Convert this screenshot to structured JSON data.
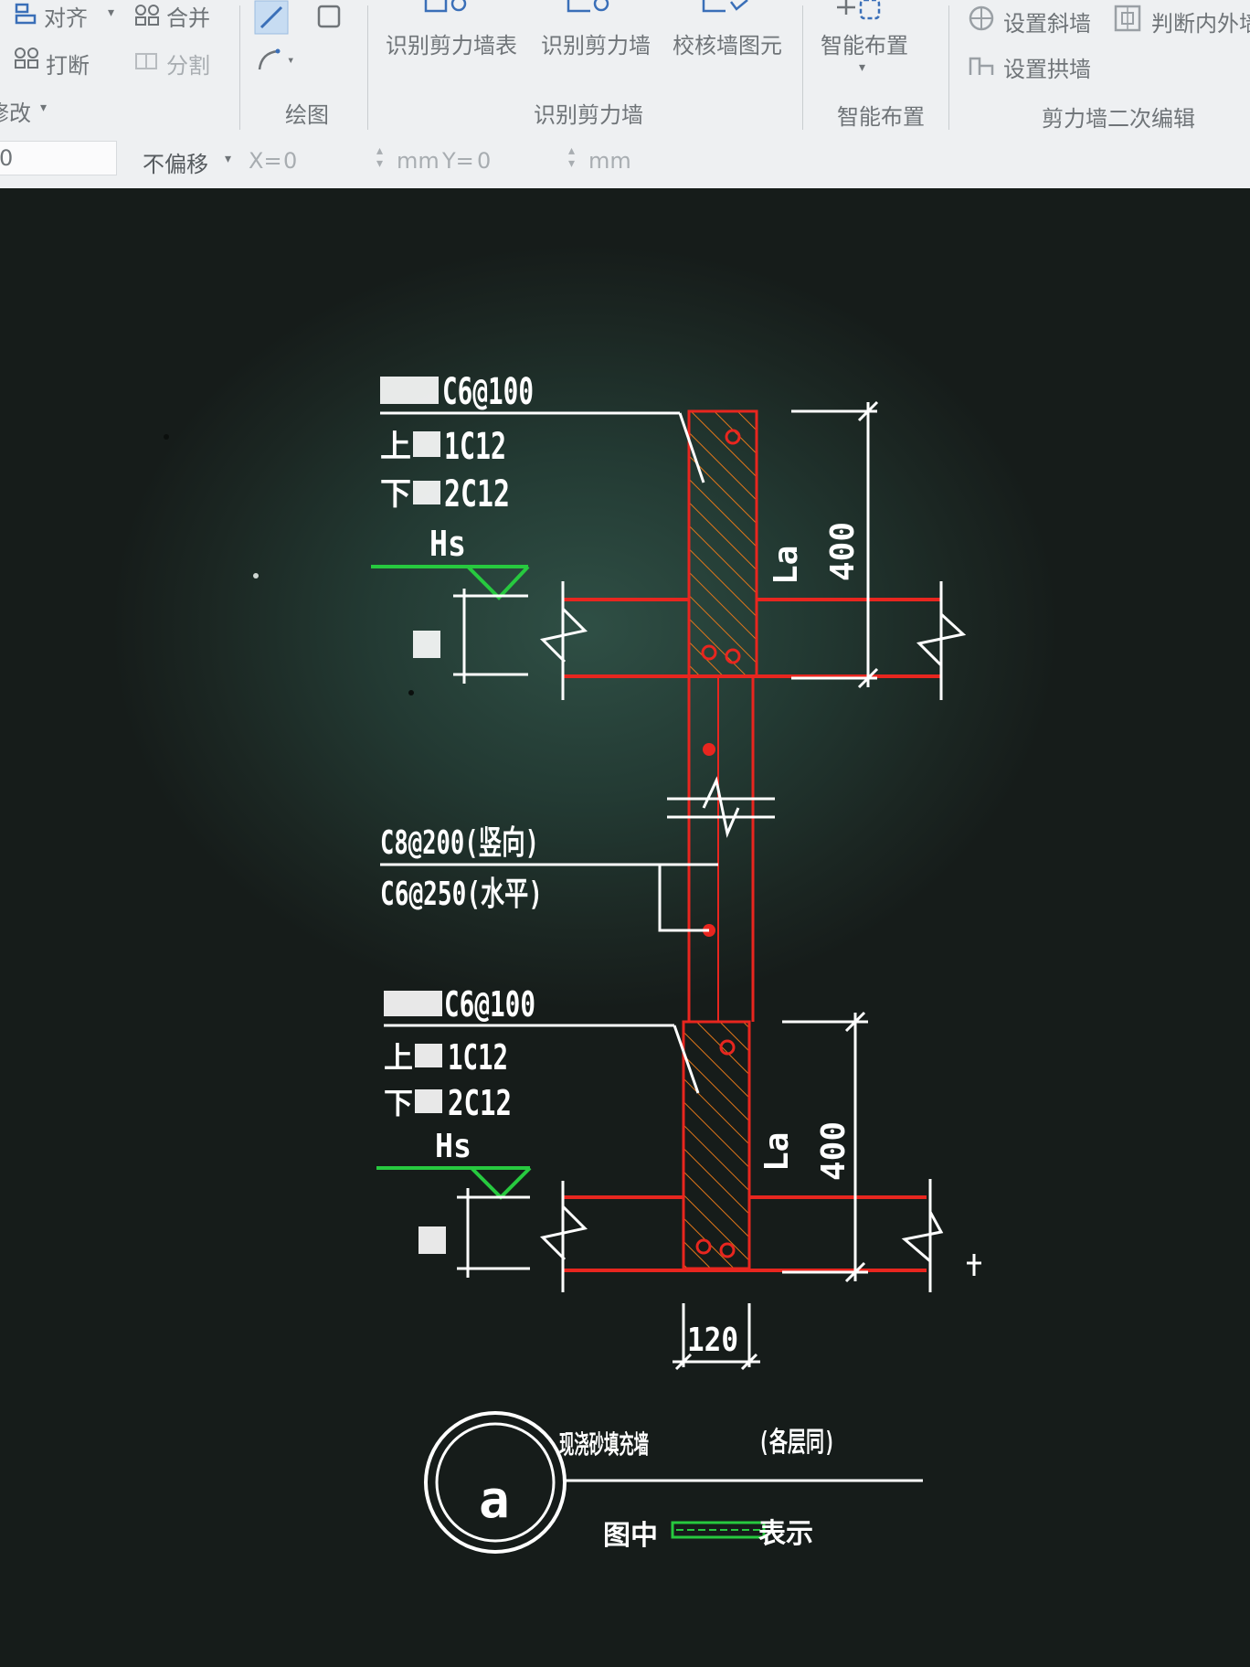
{
  "ribbon": {
    "buttons": {
      "align": "对齐",
      "merge": "合并",
      "break": "打断",
      "split": "分割",
      "modify": "修改",
      "identify_table": "识别剪力墙表",
      "identify_wall": "识别剪力墙",
      "check_wall": "校核墙图元",
      "smart_layout": "智能布置",
      "set_slope_wall": "设置斜墙",
      "judge_inner_outer": "判断内外墙",
      "set_arch_wall": "设置拱墙"
    },
    "groups": {
      "draw": "绘图",
      "identify": "识别剪力墙",
      "smart": "智能布置",
      "edit2": "剪力墙二次编辑"
    }
  },
  "toolbar": {
    "value_field": "0",
    "offset_select": "不偏移",
    "x_label": "X=",
    "x_value": "0",
    "mm1": "mm",
    "y_label": "Y=",
    "y_value": "0",
    "mm2": "mm"
  },
  "drawing": {
    "top_beam": {
      "stirrup": "C6@100",
      "top_bar_prefix": "上",
      "top_bar": "1C12",
      "bottom_bar_prefix": "下",
      "bottom_bar": "2C12",
      "hs": "Hs",
      "la": "La",
      "dim": "400"
    },
    "mid": {
      "vertical_bar": "C8@200(竖向)",
      "horizontal_bar": "C6@250(水平)"
    },
    "bottom_beam": {
      "stirrup": "C6@100",
      "top_bar_prefix": "上",
      "top_bar": "1C12",
      "bottom_bar_prefix": "下",
      "bottom_bar": "2C12",
      "hs": "Hs",
      "la": "La",
      "dim": "400"
    },
    "width_dim": "120",
    "detail_circle": "a",
    "detail_title": "现浇砂填充墙",
    "detail_note": "(各层同)",
    "legend_prefix": "图中",
    "legend_suffix": "表示"
  },
  "colors": {
    "red": "#e8261f",
    "orange": "#e0761a",
    "green": "#27c93f",
    "white": "#ffffff"
  }
}
